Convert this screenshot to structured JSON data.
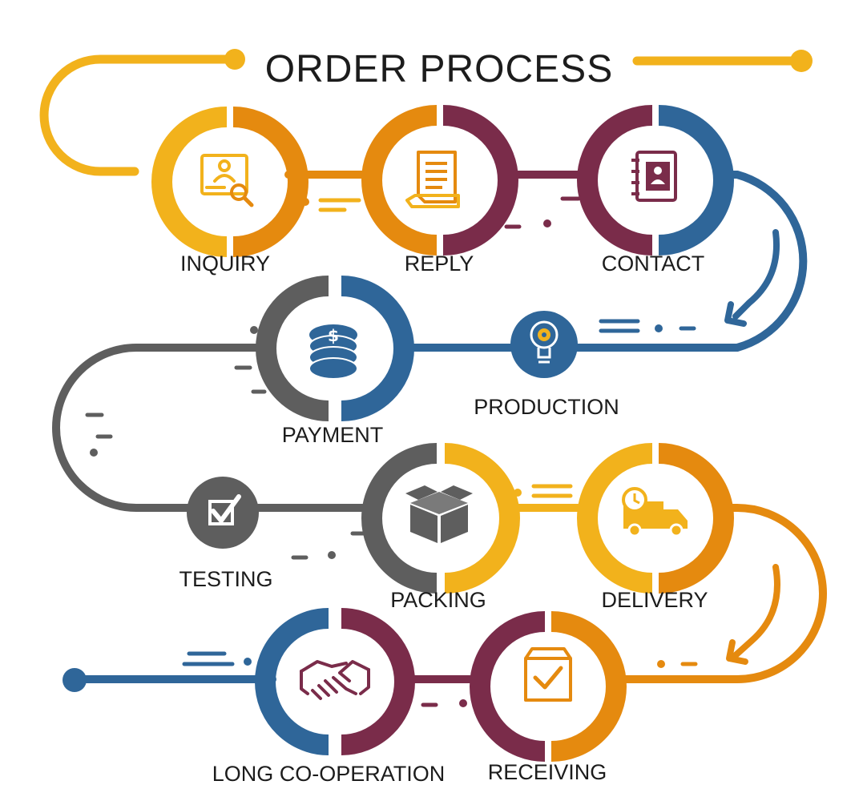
{
  "title": "ORDER PROCESS",
  "colors": {
    "gold": "#F2B21C",
    "orange": "#E58A0F",
    "plum": "#7A2C4A",
    "blue": "#2F6699",
    "gray": "#5E5E5E",
    "text": "#1c1c1c"
  },
  "steps": [
    {
      "label": "INQUIRY",
      "icon": "profile-search-icon",
      "left_color": "gold",
      "right_color": "orange"
    },
    {
      "label": "REPLY",
      "icon": "document-icon",
      "left_color": "orange",
      "right_color": "plum"
    },
    {
      "label": "CONTACT",
      "icon": "contact-book-icon",
      "left_color": "plum",
      "right_color": "blue"
    },
    {
      "label": "PRODUCTION",
      "icon": "gear-lightbulb-icon",
      "left_color": "blue",
      "right_color": "blue"
    },
    {
      "label": "PAYMENT",
      "icon": "coins-icon",
      "left_color": "gray",
      "right_color": "blue"
    },
    {
      "label": "TESTING",
      "icon": "checkbox-icon",
      "left_color": "gray",
      "right_color": "gray"
    },
    {
      "label": "PACKING",
      "icon": "box-icon",
      "left_color": "gray",
      "right_color": "gold"
    },
    {
      "label": "DELIVERY",
      "icon": "delivery-truck-icon",
      "left_color": "gold",
      "right_color": "orange"
    },
    {
      "label": "RECEIVING",
      "icon": "check-box-package-icon",
      "left_color": "plum",
      "right_color": "orange"
    },
    {
      "label": "LONG CO-OPERATION",
      "icon": "handshake-icon",
      "left_color": "blue",
      "right_color": "plum"
    }
  ]
}
